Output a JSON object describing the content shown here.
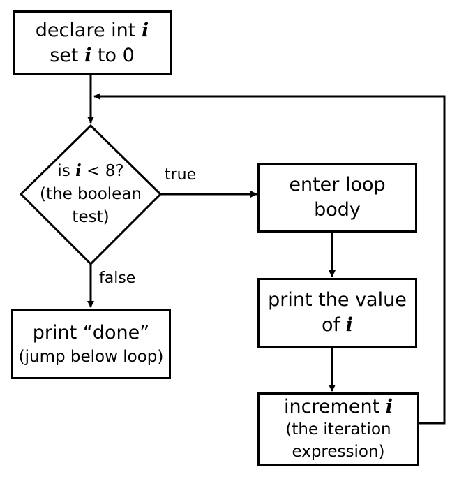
{
  "start": {
    "line1_a": "declare int",
    "line1_var": "i",
    "line2_a": "set",
    "line2_var": "i",
    "line2_b": "to 0"
  },
  "decision": {
    "line1_a": "is",
    "line1_var": "i",
    "line1_b": "< 8?",
    "line2": "(the boolean",
    "line3": "test)"
  },
  "edges": {
    "true_label": "true",
    "false_label": "false"
  },
  "done_box": {
    "line1": "print “done”",
    "line2": "(jump below loop)"
  },
  "enter_box": {
    "line1": "enter loop",
    "line2": "body"
  },
  "print_box": {
    "line1": "print the value",
    "line2_a": "of",
    "line2_var": "i"
  },
  "increment_box": {
    "line1_a": "increment",
    "line1_var": "i",
    "line2": "(the iteration",
    "line3": "expression)"
  }
}
